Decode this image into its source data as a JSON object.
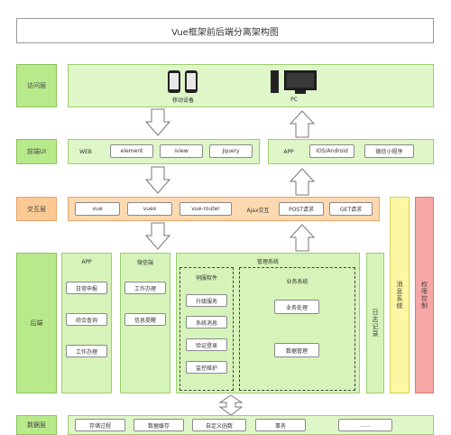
{
  "title": "Vue框架前后端分离架构图",
  "layers": {
    "access": "访问层",
    "frontend_ui": "前端UI",
    "interaction": "交互层",
    "backend": "后端",
    "data": "数据层"
  },
  "access": {
    "mobile_label": "移动设备",
    "pc_label": "PC"
  },
  "frontend_ui": {
    "web_label": "WEB",
    "web_items": [
      "element",
      "iview",
      "Jquery"
    ],
    "app_label": "APP",
    "app_items": [
      "IOS/Android",
      "微信小程序"
    ]
  },
  "interaction": {
    "items": [
      "vue",
      "vuex",
      "vue-router"
    ],
    "ajax_label": "Ajax交互",
    "ajax_items": [
      "POST请求",
      "GET请求"
    ]
  },
  "backend": {
    "app_title": "APP",
    "app_items": [
      "日常申报",
      "综合查询",
      "工作办理"
    ],
    "wechat_title": "微信端",
    "wechat_items": [
      "工作办理",
      "信息提醒"
    ],
    "mgmt_title": "管理系统",
    "service_title": "伺服软件",
    "service_items": [
      "升级服务",
      "系统消息",
      "验证登录",
      "监控维护"
    ],
    "business_title": "业务系统",
    "business_items": [
      "业务处理",
      "数据管理"
    ],
    "log_label": "日志记录"
  },
  "side": {
    "message": "消息系统",
    "permission": "权限控制"
  },
  "data_layer": {
    "items": [
      "存储过程",
      "数据缓存",
      "自定义函数",
      "事务",
      "……"
    ]
  }
}
